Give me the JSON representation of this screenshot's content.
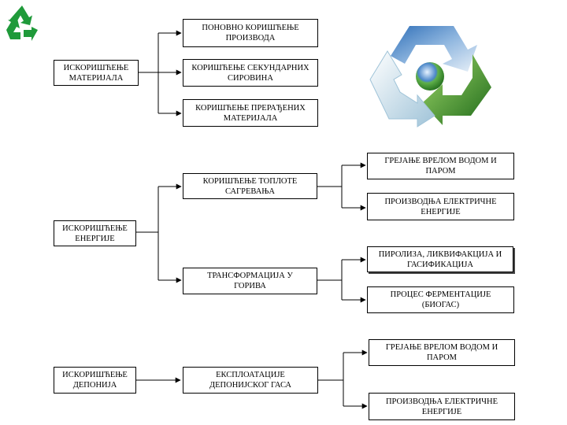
{
  "groups": [
    {
      "source": "ИСКОРИШЋЕЊЕ\nМАТЕРИЈАЛА",
      "targets": [
        "ПОНОВНО КОРИШЋЕЊЕ\nПРОИЗВОДА",
        "КОРИШЋЕЊЕ СЕКУНДАРНИХ\nСИРОВИНА",
        "КОРИШЋЕЊЕ ПРЕРАЂЕНИХ\nМАТЕРИЈАЛА"
      ]
    },
    {
      "source": "ИСКОРИШЋЕЊЕ\nЕНЕРГИЈЕ",
      "branches": [
        {
          "label": "КОРИШЋЕЊЕ ТОПЛОТЕ\nСАГРЕВАЊА",
          "targets": [
            "ГРЕЈАЊЕ ВРЕЛОМ ВОДОМ И\nПАРОМ",
            "ПРОИЗВОДЊА ЕЛЕКТРИЧНЕ\nЕНЕРГИЈЕ"
          ]
        },
        {
          "label": "ТРАНСФОРМАЦИЈА У\nГОРИВА",
          "targets": [
            "ПИРОЛИЗА, ЛИКВИФАКЦИЈА И\nГАСИФИКАЦИЈА",
            "ПРОЦЕС ФЕРМЕНТАЦИЈЕ\n(БИОГАС)"
          ]
        }
      ]
    },
    {
      "source": "ИСКОРИШЋЕЊЕ\nДЕПОНИЈА",
      "branch": "ЕКСПЛОАТАЦИЈЕ\nДЕПОНИЈСКОГ ГАСА",
      "targets": [
        "ГРЕЈАЊЕ ВРЕЛОМ ВОДОМ И\nПАРОМ",
        "ПРОИЗВОДЊА ЕЛЕКТРИЧНЕ\nЕНЕРГИЈЕ"
      ]
    }
  ],
  "icons": {
    "corner": "recycle-icon",
    "emblem": "recycle-nature-emblem"
  },
  "colors": {
    "recycle_green": "#1f9a3a",
    "sky_blue": "#4a86c8",
    "grass_green": "#3f9a2c",
    "water": "#cfe3ef"
  }
}
